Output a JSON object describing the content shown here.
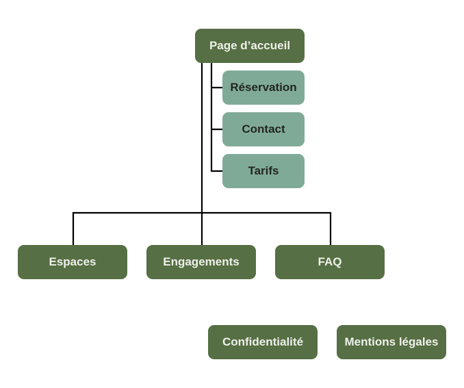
{
  "diagram": {
    "title": "Site map",
    "colors": {
      "primary": "#566f44",
      "secondary": "#80aa98",
      "connector": "#000000"
    },
    "root": {
      "label": "Page d’accueil"
    },
    "sub_pages": [
      {
        "label": "Réservation"
      },
      {
        "label": "Contact"
      },
      {
        "label": "Tarifs"
      }
    ],
    "main_sections": [
      {
        "label": "Espaces"
      },
      {
        "label": "Engagements"
      },
      {
        "label": "FAQ"
      }
    ],
    "footer_pages": [
      {
        "label": "Confidentialité"
      },
      {
        "label": "Mentions légales"
      }
    ]
  }
}
